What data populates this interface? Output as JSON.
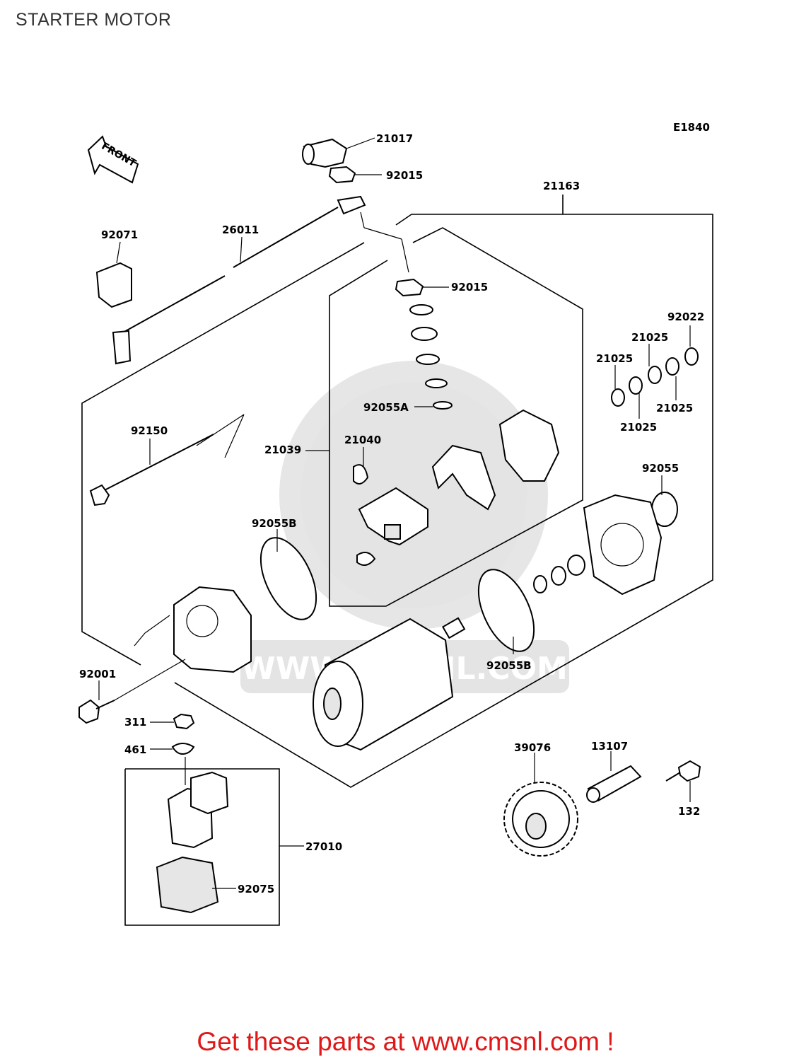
{
  "header": {
    "title": "STARTER MOTOR"
  },
  "diagram": {
    "code": "E1840",
    "front_label": "FRONT",
    "watermark": "WWW.CMSNL.COM",
    "parts": {
      "p21017": "21017",
      "p92015a": "92015",
      "p21163": "21163",
      "p92071": "92071",
      "p26011": "26011",
      "p92015b": "92015",
      "p92022": "92022",
      "p21025a": "21025",
      "p21025b": "21025",
      "p21025c": "21025",
      "p21025d": "21025",
      "p92055A": "92055A",
      "p92150": "92150",
      "p21040": "21040",
      "p21039": "21039",
      "p92055": "92055",
      "p92055Ba": "92055B",
      "p92055Bb": "92055B",
      "p92001": "92001",
      "p311": "311",
      "p461": "461",
      "p39076": "39076",
      "p13107": "13107",
      "p132": "132",
      "p27010": "27010",
      "p92075": "92075"
    }
  },
  "footer": {
    "text": "Get these parts at www.cmsnl.com !"
  }
}
